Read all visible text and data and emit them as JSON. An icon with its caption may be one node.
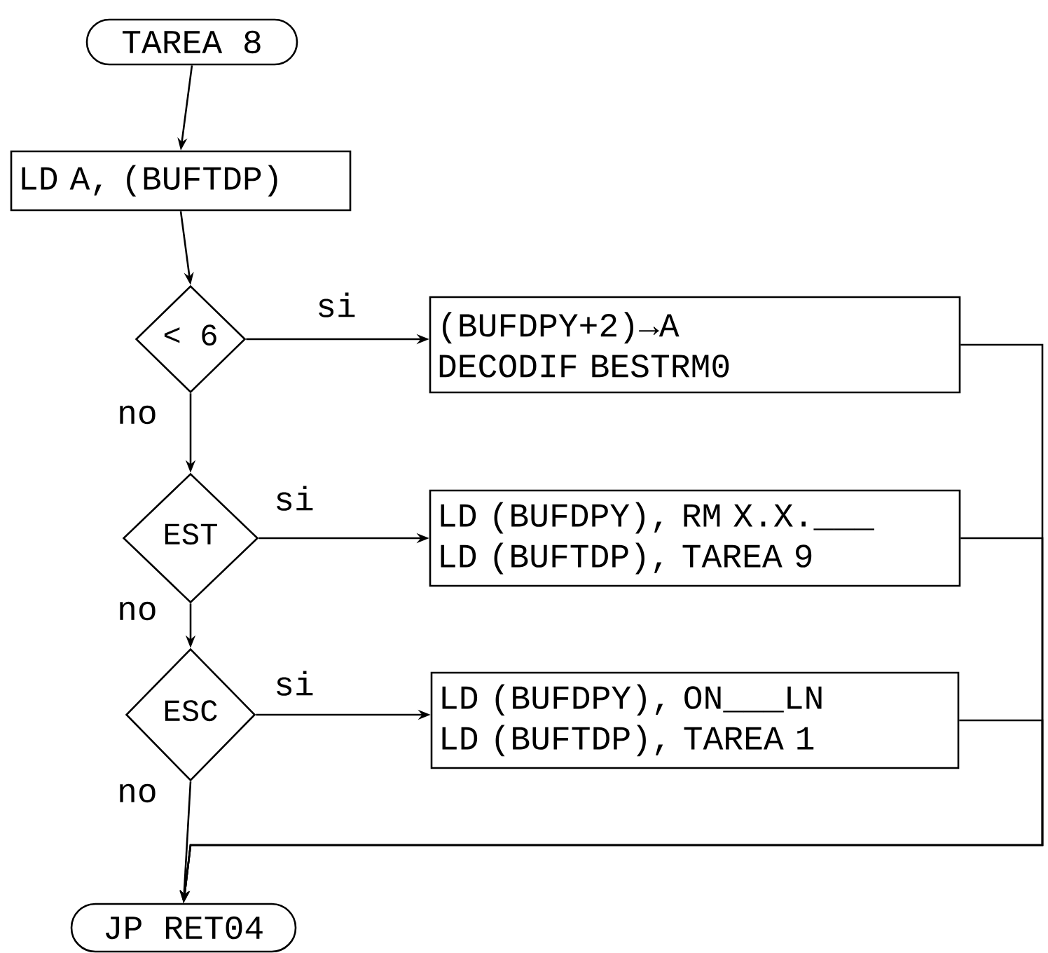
{
  "diagram": {
    "nodes": [
      {
        "text": [
          "TAREA 8"
        ]
      },
      {
        "text": [
          "LD A, (BUFTDP)"
        ]
      },
      {
        "text": [
          "< 6"
        ]
      },
      {
        "text": [
          "(BUFDPY+2)→A",
          "DECODIF BESTRM0"
        ]
      },
      {
        "text": [
          "EST"
        ]
      },
      {
        "text": [
          "LD (BUFDPY), RM X.X.___",
          "LD (BUFTDP), TAREA 9"
        ]
      },
      {
        "text": [
          "ESC"
        ]
      },
      {
        "text": [
          "LD (BUFDPY), ON___LN",
          "LD (BUFTDP), TAREA 1"
        ]
      },
      {
        "text": [
          "JP RET04"
        ]
      }
    ],
    "edges": [
      {
        "from": 0,
        "to": 1,
        "arrow": "to"
      },
      {
        "from": 1,
        "to": 2,
        "arrow": "to"
      },
      {
        "from": 2,
        "to": 3,
        "arrow": "to",
        "label": "si"
      },
      {
        "from": 2,
        "to": 4,
        "arrow": "to",
        "label": "no"
      },
      {
        "from": 4,
        "to": 5,
        "arrow": "to",
        "label": "si"
      },
      {
        "from": 4,
        "to": 6,
        "arrow": "to",
        "label": "no"
      },
      {
        "from": 6,
        "to": 7,
        "arrow": "to",
        "label": "si"
      },
      {
        "from": 6,
        "to": 8,
        "arrow": "to",
        "label": "no"
      },
      {
        "from": 3,
        "to": 8,
        "arrow": "to"
      },
      {
        "from": 5,
        "to": 8,
        "arrow": "to"
      },
      {
        "from": 7,
        "to": 8,
        "arrow": "to"
      }
    ]
  }
}
